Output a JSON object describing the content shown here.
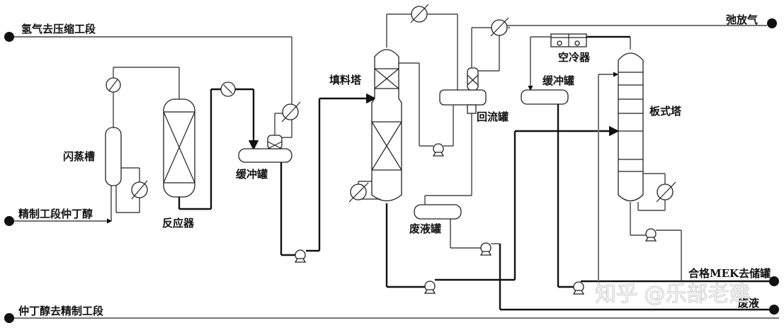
{
  "diagram": {
    "title": "MEK process flow diagram",
    "streams": {
      "hydrogen_out": "氢气去压缩工段",
      "sec_butanol_in": "精制工段仲丁醇",
      "sec_butanol_out": "仲丁醇去精制工段",
      "vent_gas": "弛放气",
      "mek_product": "合格MEK去储罐",
      "waste_liquid": "废液"
    },
    "equipment": {
      "flash_tank": "闪蒸槽",
      "reactor": "反应器",
      "buffer_tank_1": "缓冲罐",
      "packed_column": "填料塔",
      "reflux_tank": "回流罐",
      "waste_tank": "废液罐",
      "air_cooler": "空冷器",
      "buffer_tank_2": "缓冲罐",
      "tray_column": "板式塔"
    },
    "watermark": "知乎 @乐部老建"
  }
}
